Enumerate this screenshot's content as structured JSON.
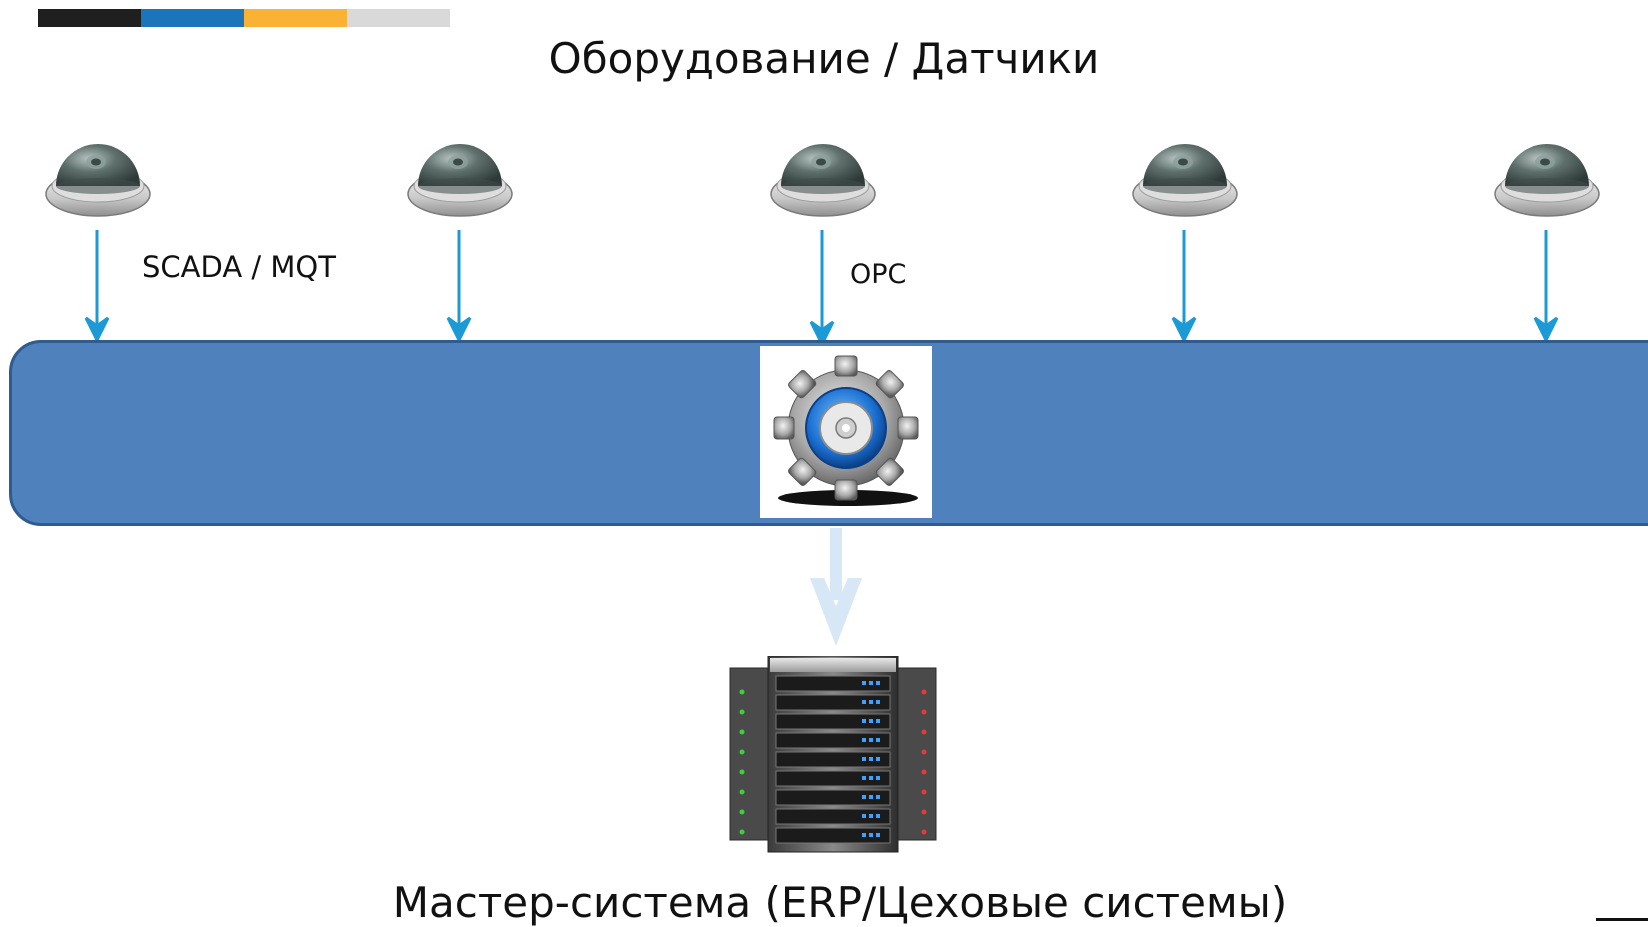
{
  "header": {
    "color_segments": [
      "#1f1f1f",
      "#1a75bb",
      "#f9b233",
      "#d9d9d9"
    ],
    "title": "Оборудование / Датчики"
  },
  "sensors": [
    {
      "icon": "dome-camera-icon"
    },
    {
      "icon": "dome-camera-icon"
    },
    {
      "icon": "dome-camera-icon"
    },
    {
      "icon": "dome-camera-icon"
    },
    {
      "icon": "dome-camera-icon"
    }
  ],
  "labels": {
    "scada": "SCADA / MQT",
    "opc": "OPC"
  },
  "bus": {
    "color": "#4f81bd",
    "center_icon": "gear-icon"
  },
  "server": {
    "icon": "server-rack-icon",
    "title": "Мастер-система (ERP/Цеховые системы)"
  },
  "colors": {
    "arrow": "#1c9ad6",
    "flow_arrow": "#d7e7f6"
  }
}
